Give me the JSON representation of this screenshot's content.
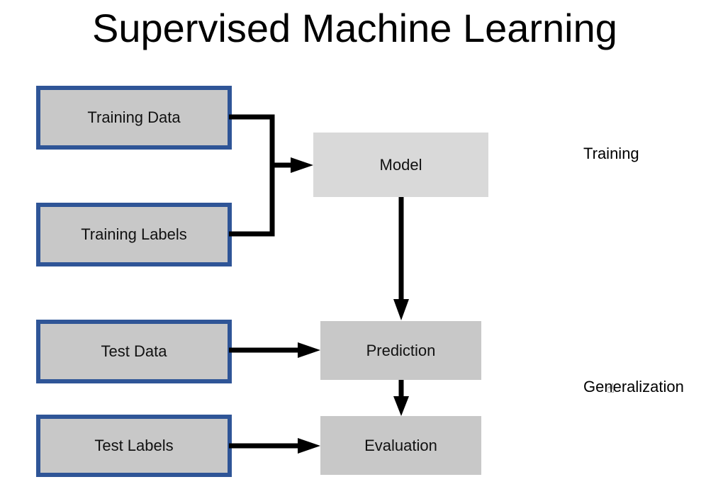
{
  "title": "Supervised Machine Learning",
  "inputs": {
    "training_data": "Training Data",
    "training_labels": "Training Labels",
    "test_data": "Test Data",
    "test_labels": "Test Labels"
  },
  "process": {
    "model": "Model",
    "prediction": "Prediction",
    "evaluation": "Evaluation"
  },
  "phases": {
    "training": "Training",
    "generalization": "Generalization"
  },
  "colors": {
    "input_border": "#2f5597",
    "input_fill": "#c8c8c8",
    "model_fill": "#d9d9d9",
    "process_fill": "#c8c8c8",
    "arrow": "#000000"
  }
}
